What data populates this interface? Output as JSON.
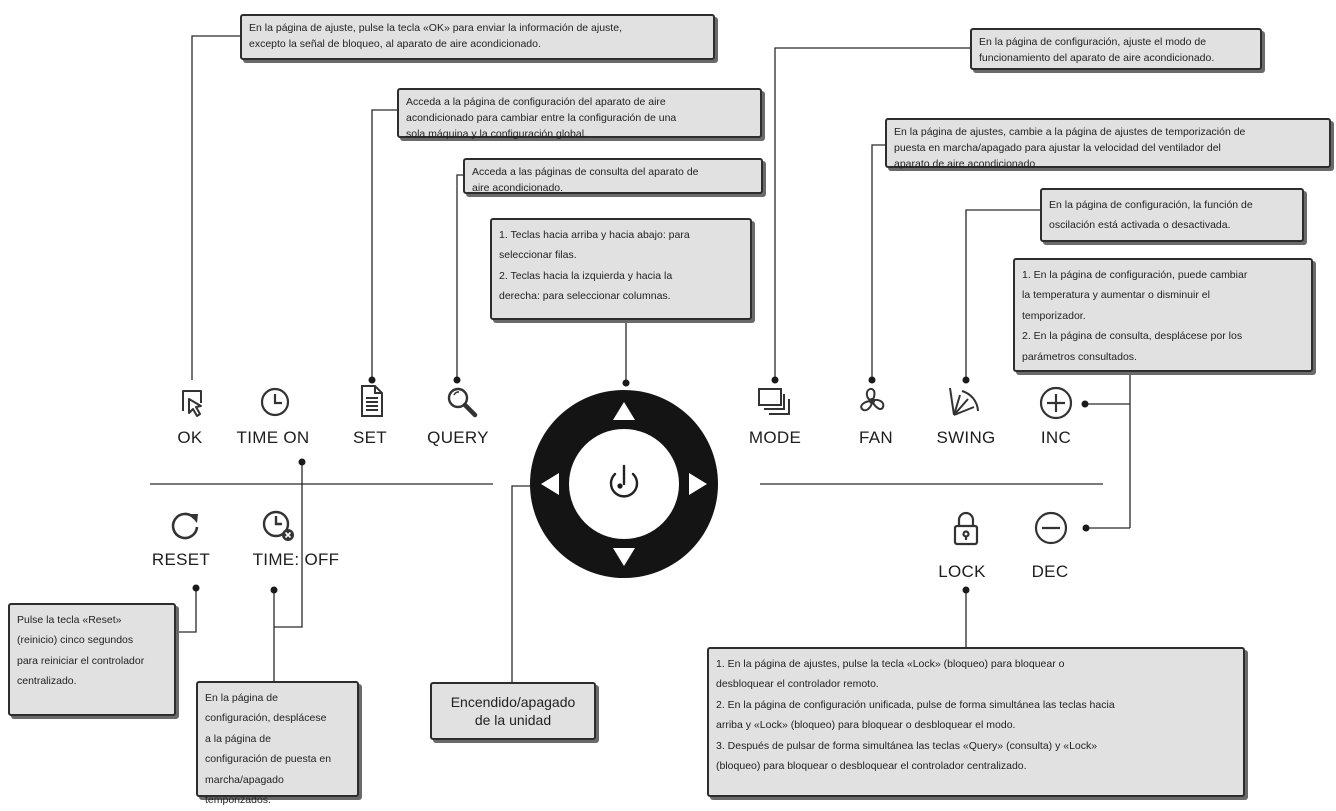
{
  "buttons": {
    "ok": "OK",
    "time_on": "TIME ON",
    "set": "SET",
    "query": "QUERY",
    "mode": "MODE",
    "fan": "FAN",
    "swing": "SWING",
    "inc": "INC",
    "reset": "RESET",
    "time_off": "TIME: OFF",
    "lock": "LOCK",
    "dec": "DEC"
  },
  "descriptions": {
    "ok": "En la página de ajuste, pulse la tecla «OK» para enviar la información de ajuste,\nexcepto la señal de bloqueo, al aparato de aire acondicionado.",
    "set": "Acceda a la página de configuración del aparato de aire\nacondicionado para cambiar entre la configuración de una\nsola máquina y la configuración global.",
    "query": "Acceda a las páginas de consulta del aparato de\naire acondicionado.",
    "arrows": "1. Teclas hacia arriba y hacia abajo: para\nseleccionar filas.\n2. Teclas hacia la izquierda y hacia la\nderecha: para seleccionar columnas.",
    "mode": "En la página de configuración, ajuste el modo de\nfuncionamiento del aparato de aire acondicionado.",
    "fan": "En la página de ajustes, cambie a la página de ajustes de temporización de\npuesta en marcha/apagado para ajustar la velocidad del ventilador del\naparato de aire acondicionado",
    "swing": "En la página de configuración, la función de\noscilación está activada o desactivada.",
    "inc_dec": "1. En la página de configuración, puede cambiar\nla temperatura y aumentar o disminuir el\ntemporizador.\n2. En la página de consulta, desplácese por los\nparámetros consultados.",
    "reset": "Pulse la tecla «Reset»\n(reinicio) cinco segundos\npara reiniciar el controlador\ncentralizado.",
    "time": "En la página de\nconfiguración, desplácese\na la página de\nconfiguración de puesta en\nmarcha/apagado\ntemporizados.",
    "power": "Encendido/apagado\nde la unidad",
    "lock": "1. En la página de ajustes, pulse la tecla «Lock» (bloqueo) para bloquear o\ndesbloquear el controlador remoto.\n2. En la página de configuración unificada, pulse de forma simultánea las teclas hacia\narriba y «Lock» (bloqueo) para bloquear o desbloquear el modo.\n3. Después de pulsar de forma simultánea las teclas «Query» (consulta) y «Lock»\n(bloqueo) para bloquear o desbloquear el controlador centralizado."
  },
  "icons": {
    "ok": "touch-icon",
    "time_on": "clock-icon",
    "set": "document-icon",
    "query": "magnifier-icon",
    "mode": "stacked-squares-icon",
    "fan": "fan-icon",
    "swing": "swing-icon",
    "inc": "plus-circle-icon",
    "dec": "minus-circle-icon",
    "reset": "reset-icon",
    "time_off": "clock-off-icon",
    "lock": "padlock-icon",
    "power": "power-icon"
  }
}
